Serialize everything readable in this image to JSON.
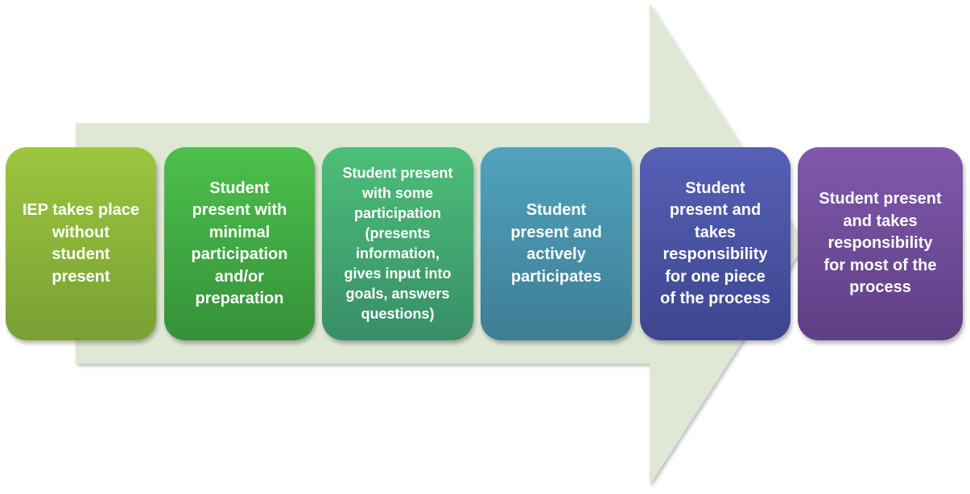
{
  "diagram": {
    "arrow_color": "#dfe8d4",
    "steps": [
      {
        "label": "IEP takes place\nwithout\nstudent\npresent",
        "color": "#8ab43a"
      },
      {
        "label": "Student\npresent with\nminimal\nparticipation\nand/or\npreparation",
        "color": "#42a843"
      },
      {
        "label": "Student present\nwith some\nparticipation\n(presents\ninformation,\ngives input into\ngoals, answers\nquestions)",
        "color": "#42a872"
      },
      {
        "label": "Student\npresent and\nactively\nparticipates",
        "color": "#4790a8"
      },
      {
        "label": "Student\npresent and\ntakes\nresponsibility\nfor one piece\nof the process",
        "color": "#4a53a2"
      },
      {
        "label": "Student present\nand takes\nresponsibility\nfor most of the\nprocess",
        "color": "#6f4b98"
      }
    ]
  }
}
